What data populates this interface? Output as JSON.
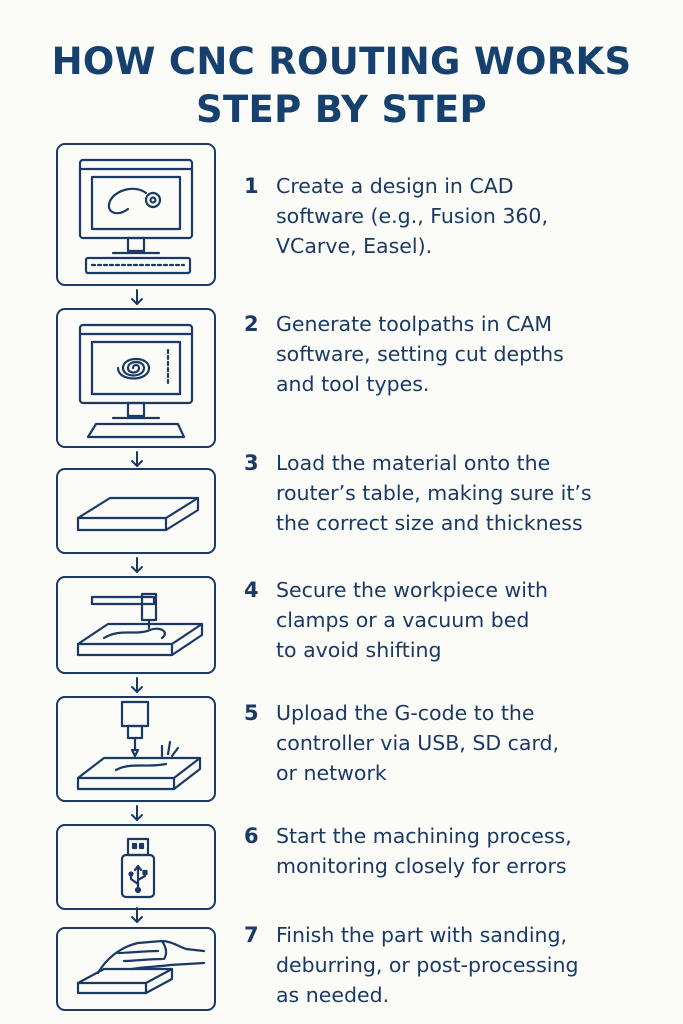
{
  "title": {
    "line1": "HOW CNC ROUTING WORKS",
    "line2": "STEP BY STEP"
  },
  "colors": {
    "ink": "#1b3a63",
    "title": "#16406e",
    "background": "#fbfbf8"
  },
  "steps": [
    {
      "number": "1",
      "icon": "computer-cad-icon",
      "lines": [
        "Create a design in CAD",
        "software (e.g., Fusion 360,",
        "VCarve, Easel)."
      ]
    },
    {
      "number": "2",
      "icon": "computer-cam-icon",
      "lines": [
        "Generate toolpaths in CAM",
        "software, setting cut depths",
        "and tool types."
      ]
    },
    {
      "number": "3",
      "icon": "material-slab-icon",
      "lines": [
        "Load the material onto the",
        "router’s table, making sure it’s",
        "the correct size and thickness"
      ]
    },
    {
      "number": "4",
      "icon": "clamped-workpiece-icon",
      "lines": [
        "Secure the workpiece with",
        "clamps or a vacuum bed",
        "to avoid shifting"
      ]
    },
    {
      "number": "5",
      "icon": "spindle-cutting-icon",
      "lines": [
        "Upload the G-code to the",
        "controller via USB, SD card,",
        "or network"
      ]
    },
    {
      "number": "6",
      "icon": "usb-drive-icon",
      "lines": [
        "Start the machining process,",
        "monitoring closely for errors"
      ]
    },
    {
      "number": "7",
      "icon": "hand-sanding-icon",
      "lines": [
        "Finish the part with sanding,",
        "deburring, or post-processing",
        "as needed."
      ]
    }
  ]
}
